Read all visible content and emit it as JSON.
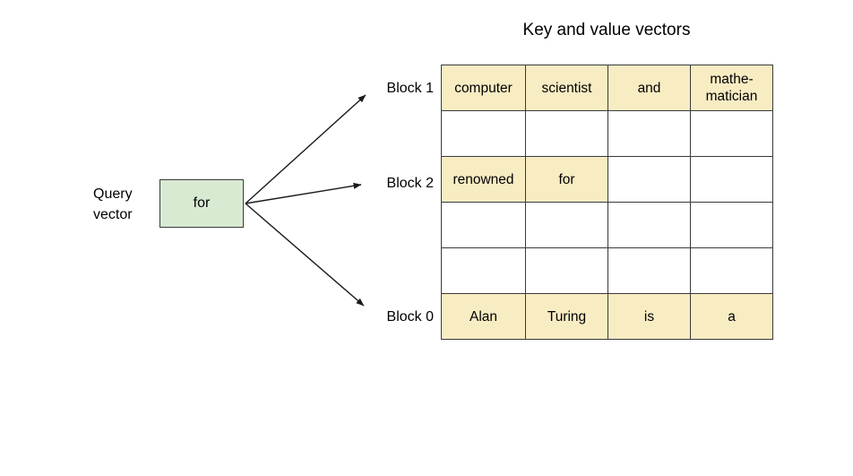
{
  "title": "Key and value vectors",
  "query": {
    "label": "Query\nvector",
    "box_text": "for"
  },
  "block_labels": {
    "block1": "Block 1",
    "block2": "Block 2",
    "block0": "Block 0"
  },
  "table": {
    "columns": 4,
    "rows": [
      {
        "cells": [
          "computer",
          "scientist",
          "and",
          "mathe-\nmatician"
        ],
        "filled": [
          true,
          true,
          true,
          true
        ]
      },
      {
        "cells": [
          "",
          "",
          "",
          ""
        ],
        "filled": [
          false,
          false,
          false,
          false
        ]
      },
      {
        "cells": [
          "renowned",
          "for",
          "",
          ""
        ],
        "filled": [
          true,
          true,
          false,
          false
        ]
      },
      {
        "cells": [
          "",
          "",
          "",
          ""
        ],
        "filled": [
          false,
          false,
          false,
          false
        ]
      },
      {
        "cells": [
          "",
          "",
          "",
          ""
        ],
        "filled": [
          false,
          false,
          false,
          false
        ]
      },
      {
        "cells": [
          "Alan",
          "Turing",
          "is",
          "a"
        ],
        "filled": [
          true,
          true,
          true,
          true
        ]
      }
    ]
  },
  "colors": {
    "cell_fill": "#F8ECC3",
    "query_box_fill": "#D9EAD3",
    "line": "#3a3a3a",
    "background": "#ffffff"
  }
}
